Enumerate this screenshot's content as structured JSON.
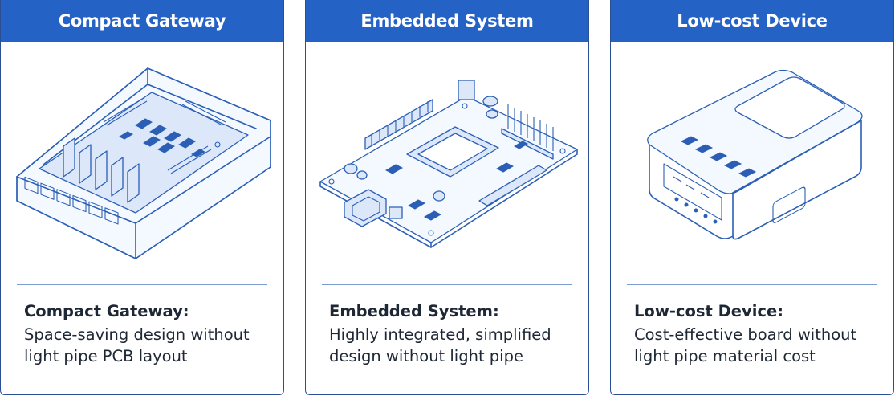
{
  "cards": [
    {
      "header": "Compact Gateway",
      "illustration_icon": "compact-gateway-icon",
      "caption_title": "Compact Gateway:",
      "caption_body": "Space-saving design without light pipe PCB layout"
    },
    {
      "header": "Embedded System",
      "illustration_icon": "embedded-board-icon",
      "caption_title": "Embedded System:",
      "caption_body": "Highly integrated, simplified design without light pipe"
    },
    {
      "header": "Low-cost Device",
      "illustration_icon": "low-cost-device-icon",
      "caption_title": "Low-cost Device:",
      "caption_body": "Cost-effective board without light pipe material cost"
    }
  ],
  "colors": {
    "header_bg": "#2462c6",
    "line_art": "#2b5fb5",
    "text": "#1e2734"
  }
}
